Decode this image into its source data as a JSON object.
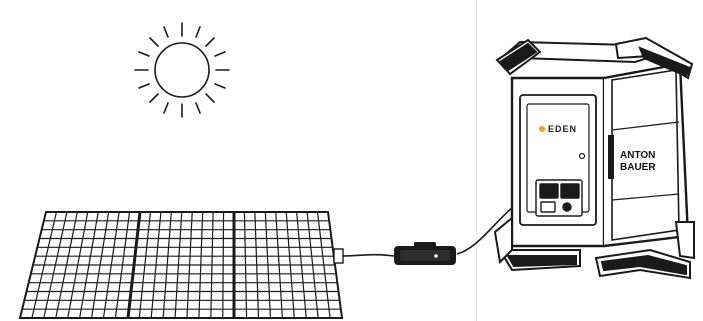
{
  "brands": {
    "eden": "EDEN",
    "anton": "ANTON",
    "bauer": "BAUER"
  },
  "colors": {
    "line": "#1a1a1a",
    "accent": "#f0a020",
    "background": "#ffffff"
  },
  "icons": [
    "sun-icon",
    "solar-panel-icon",
    "inline-controller-icon",
    "power-station-icon"
  ]
}
